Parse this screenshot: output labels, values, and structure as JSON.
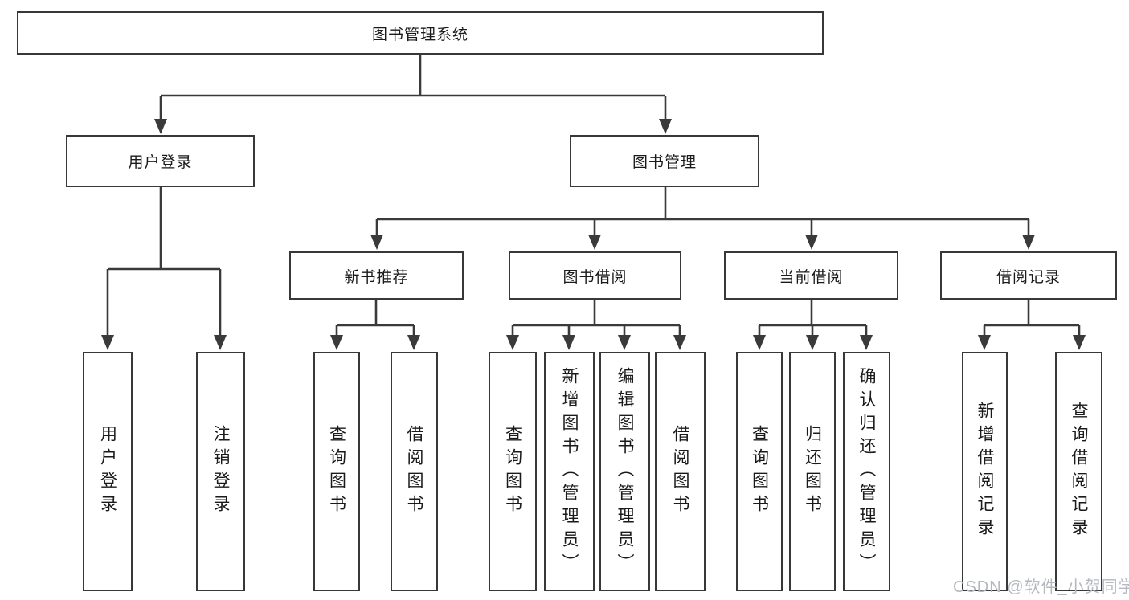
{
  "diagram": {
    "root": {
      "label": "图书管理系统"
    },
    "branches": [
      {
        "label": "用户登录",
        "children": [
          {
            "label": "用户登录"
          },
          {
            "label": "注销登录"
          }
        ]
      },
      {
        "label": "图书管理",
        "children": [
          {
            "label": "新书推荐",
            "children": [
              {
                "label": "查询图书"
              },
              {
                "label": "借阅图书"
              }
            ]
          },
          {
            "label": "图书借阅",
            "children": [
              {
                "label": "查询图书"
              },
              {
                "label": "新增图书（管理员）"
              },
              {
                "label": "编辑图书（管理员）"
              },
              {
                "label": "借阅图书"
              }
            ]
          },
          {
            "label": "当前借阅",
            "children": [
              {
                "label": "查询图书"
              },
              {
                "label": "归还图书"
              },
              {
                "label": "确认归还（管理员）"
              }
            ]
          },
          {
            "label": "借阅记录",
            "children": [
              {
                "label": "新增借阅记录"
              },
              {
                "label": "查询借阅记录"
              }
            ]
          }
        ]
      }
    ]
  },
  "watermark": {
    "text": "CSDN @软件_小贺同学"
  },
  "colors": {
    "line": "#3a3a3a",
    "box_border": "#383838",
    "text": "#1a1a1a",
    "watermark": "#b4b8bf",
    "background": "#ffffff"
  }
}
